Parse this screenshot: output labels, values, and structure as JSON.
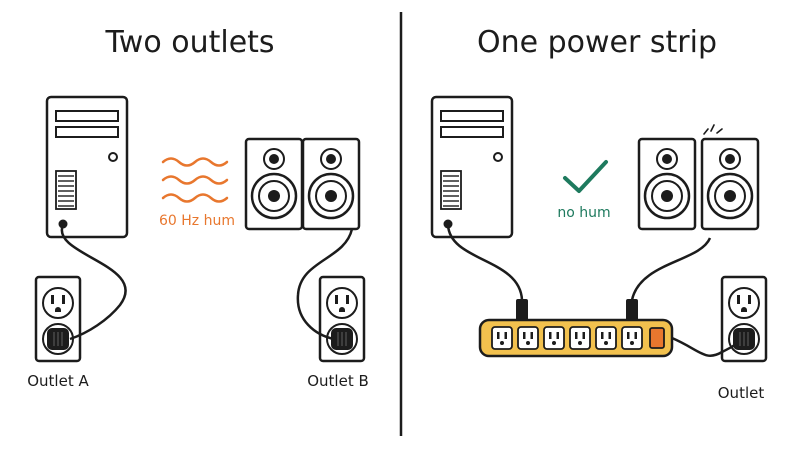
{
  "left_panel": {
    "title": "Two outlets",
    "hum_label": "60 Hz hum",
    "outlet_a_label": "Outlet A",
    "outlet_b_label": "Outlet B"
  },
  "right_panel": {
    "title": "One power strip",
    "no_hum_label": "no hum",
    "outlet_label": "Outlet"
  },
  "colors": {
    "ink": "#1c1c1c",
    "hum_orange": "#e8772e",
    "ok_green": "#1e7a5e",
    "strip_yellow": "#f2c14e",
    "background": "#ffffff"
  }
}
